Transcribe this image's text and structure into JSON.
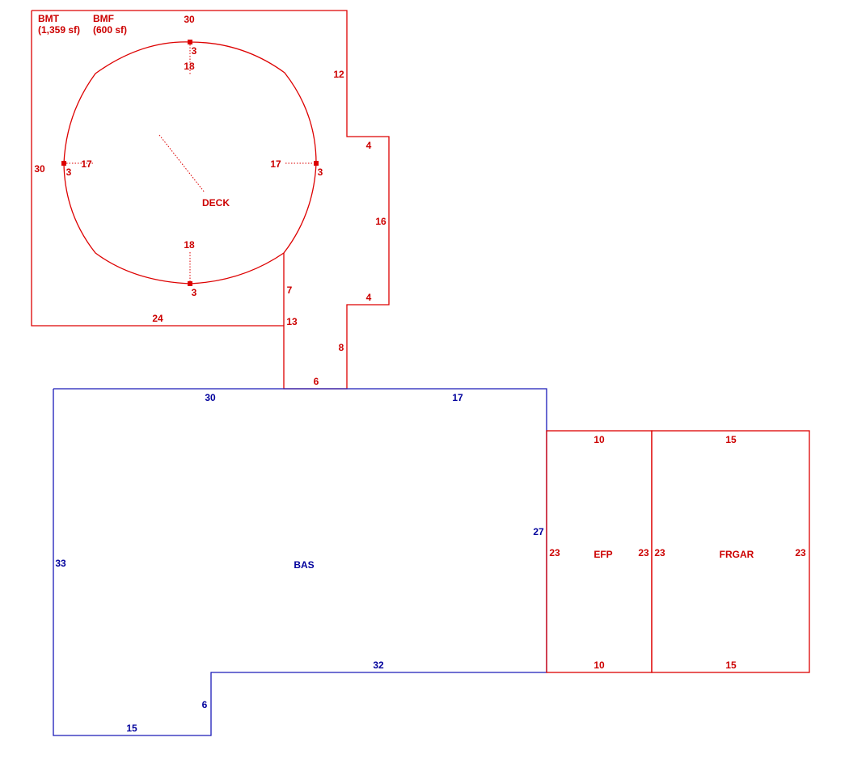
{
  "colors": {
    "upper_area": "#dd0000",
    "main_area": "#1a1ab8",
    "upper_text": "#cc0000",
    "main_text": "#00009c"
  },
  "legend": {
    "bmt": "BMT",
    "bmt_area": "(1,359 sf)",
    "bmf": "BMF",
    "bmf_area": "(600 sf)"
  },
  "areas": {
    "deck": "DECK",
    "bas": "BAS",
    "efp": "EFP",
    "frgar": "FRGAR"
  },
  "dimensions": {
    "bmt_top": "30",
    "bmt_left": "30",
    "bmt_bottom": "24",
    "bmt_right_upper": "12",
    "step_top": "4",
    "step_side": "16",
    "step_bottom": "4",
    "connector_left_upper": "7",
    "connector_left_lower": "13",
    "connector_right": "8",
    "connector_bottom": "6",
    "deck_top_radius": "18",
    "deck_top_offset": "3",
    "deck_bottom_radius": "18",
    "deck_bottom_offset": "3",
    "deck_left_radius": "17",
    "deck_left_offset": "3",
    "deck_right_radius": "17",
    "deck_right_offset": "3",
    "bas_top_left": "30",
    "bas_top_right": "17",
    "bas_left": "33",
    "bas_right": "27",
    "bas_bottom_right": "32",
    "bas_notch": "6",
    "bas_bottom_left": "15",
    "efp_top": "10",
    "efp_bottom": "10",
    "efp_left": "23",
    "efp_right": "23",
    "frgar_top": "15",
    "frgar_bottom": "15",
    "frgar_left": "23",
    "frgar_right": "23"
  }
}
